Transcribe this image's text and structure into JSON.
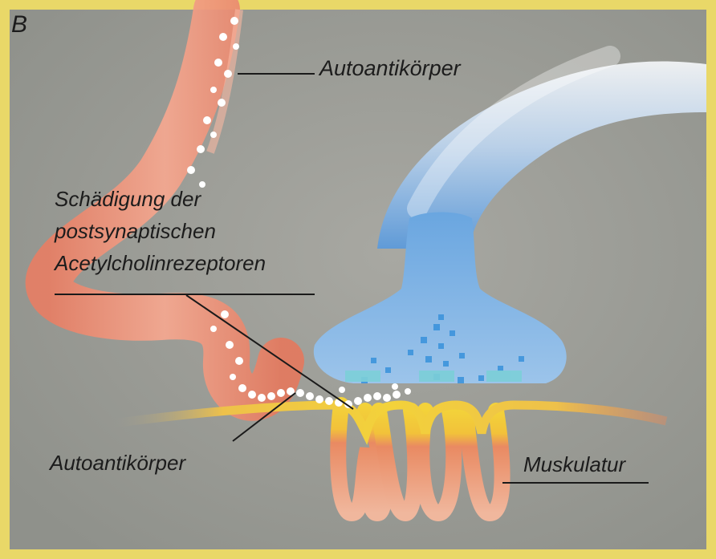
{
  "panel_letter": "B",
  "labels": {
    "autoantibody_top": "Autoantikörper",
    "damage_line1": "Schädigung der",
    "damage_line2": "postsynaptischen",
    "damage_line3": "Acetylcholinrezeptoren",
    "autoantibody_bottom": "Autoantikörper",
    "muscle": "Muskulatur"
  },
  "colors": {
    "frame": "#e9d868",
    "background": "#9d9d96",
    "blood_vessel": "#f0947a",
    "nerve_terminal": "#6fa8de",
    "membrane": "#f2d23a",
    "muscle_fold": "#ea8a6a",
    "antibody_dots": "#ffffff",
    "acetylcholine_dots": "#3d94dc"
  }
}
